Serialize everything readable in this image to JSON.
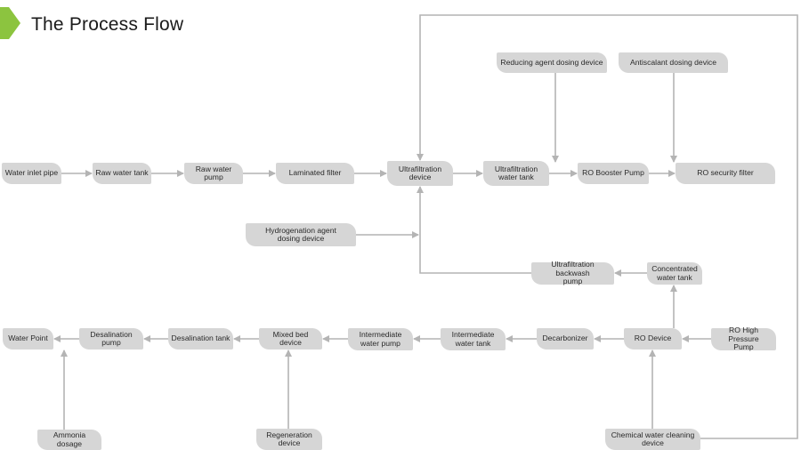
{
  "header": {
    "title": "The Process Flow",
    "accent_color": "#8cc43f"
  },
  "diagram": {
    "line_color": "#b4b4b4",
    "node_fill": "#d6d6d6",
    "nodes": [
      {
        "id": "water-inlet-pipe",
        "label": "Water inlet pipe"
      },
      {
        "id": "raw-water-tank",
        "label": "Raw water tank"
      },
      {
        "id": "raw-water-pump",
        "label": "Raw water pump"
      },
      {
        "id": "laminated-filter",
        "label": "Laminated filter"
      },
      {
        "id": "ultrafiltration-device",
        "label": "Ultrafiltration\ndevice"
      },
      {
        "id": "ultrafiltration-water-tank",
        "label": "Ultrafiltration\nwater tank"
      },
      {
        "id": "ro-booster-pump",
        "label": "RO Booster Pump"
      },
      {
        "id": "ro-security-filter",
        "label": "RO security filter"
      },
      {
        "id": "reducing-agent-dosing-device",
        "label": "Reducing agent dosing device"
      },
      {
        "id": "antiscalant-dosing-device",
        "label": "Antiscalant dosing device"
      },
      {
        "id": "hydrogenation-agent-dosing-device",
        "label": "Hydrogenation agent\ndosing device"
      },
      {
        "id": "ultrafiltration-backwash-pump",
        "label": "Ultrafiltration backwash\npump"
      },
      {
        "id": "concentrated-water-tank",
        "label": "Concentrated\nwater tank"
      },
      {
        "id": "water-point",
        "label": "Water Point"
      },
      {
        "id": "desalination-pump",
        "label": "Desalination pump"
      },
      {
        "id": "desalination-tank",
        "label": "Desalination tank"
      },
      {
        "id": "mixed-bed-device",
        "label": "Mixed bed device"
      },
      {
        "id": "intermediate-water-pump",
        "label": "Intermediate\nwater pump"
      },
      {
        "id": "intermediate-water-tank",
        "label": "Intermediate\nwater tank"
      },
      {
        "id": "decarbonizer",
        "label": "Decarbonizer"
      },
      {
        "id": "ro-device",
        "label": "RO Device"
      },
      {
        "id": "ro-high-pressure-pump",
        "label": "RO High Pressure\nPump"
      },
      {
        "id": "ammonia-dosage",
        "label": "Ammonia dosage"
      },
      {
        "id": "regeneration-device",
        "label": "Regeneration\ndevice"
      },
      {
        "id": "chemical-water-cleaning-device",
        "label": "Chemical water cleaning\ndevice"
      }
    ],
    "edges": [
      {
        "from": "water-inlet-pipe",
        "to": "raw-water-tank"
      },
      {
        "from": "raw-water-tank",
        "to": "raw-water-pump"
      },
      {
        "from": "raw-water-pump",
        "to": "laminated-filter"
      },
      {
        "from": "laminated-filter",
        "to": "ultrafiltration-device"
      },
      {
        "from": "ultrafiltration-device",
        "to": "ultrafiltration-water-tank"
      },
      {
        "from": "ultrafiltration-water-tank",
        "to": "ro-booster-pump"
      },
      {
        "from": "ro-booster-pump",
        "to": "ro-security-filter"
      },
      {
        "from": "reducing-agent-dosing-device",
        "to": "ro-booster-pump"
      },
      {
        "from": "antiscalant-dosing-device",
        "to": "ro-security-filter"
      },
      {
        "from": "hydrogenation-agent-dosing-device",
        "to": "ultrafiltration-device"
      },
      {
        "from": "concentrated-water-tank",
        "to": "ultrafiltration-backwash-pump"
      },
      {
        "from": "ultrafiltration-backwash-pump",
        "to": "ultrafiltration-device"
      },
      {
        "from": "ro-device",
        "to": "concentrated-water-tank"
      },
      {
        "from": "ro-high-pressure-pump",
        "to": "ro-device"
      },
      {
        "from": "ro-device",
        "to": "decarbonizer"
      },
      {
        "from": "decarbonizer",
        "to": "intermediate-water-tank"
      },
      {
        "from": "intermediate-water-tank",
        "to": "intermediate-water-pump"
      },
      {
        "from": "intermediate-water-pump",
        "to": "mixed-bed-device"
      },
      {
        "from": "mixed-bed-device",
        "to": "desalination-tank"
      },
      {
        "from": "desalination-tank",
        "to": "desalination-pump"
      },
      {
        "from": "desalination-pump",
        "to": "water-point"
      },
      {
        "from": "ammonia-dosage",
        "to": "water-point"
      },
      {
        "from": "regeneration-device",
        "to": "mixed-bed-device"
      },
      {
        "from": "chemical-water-cleaning-device",
        "to": "ro-device"
      },
      {
        "from": "chemical-water-cleaning-device",
        "to": "ultrafiltration-device"
      }
    ]
  }
}
